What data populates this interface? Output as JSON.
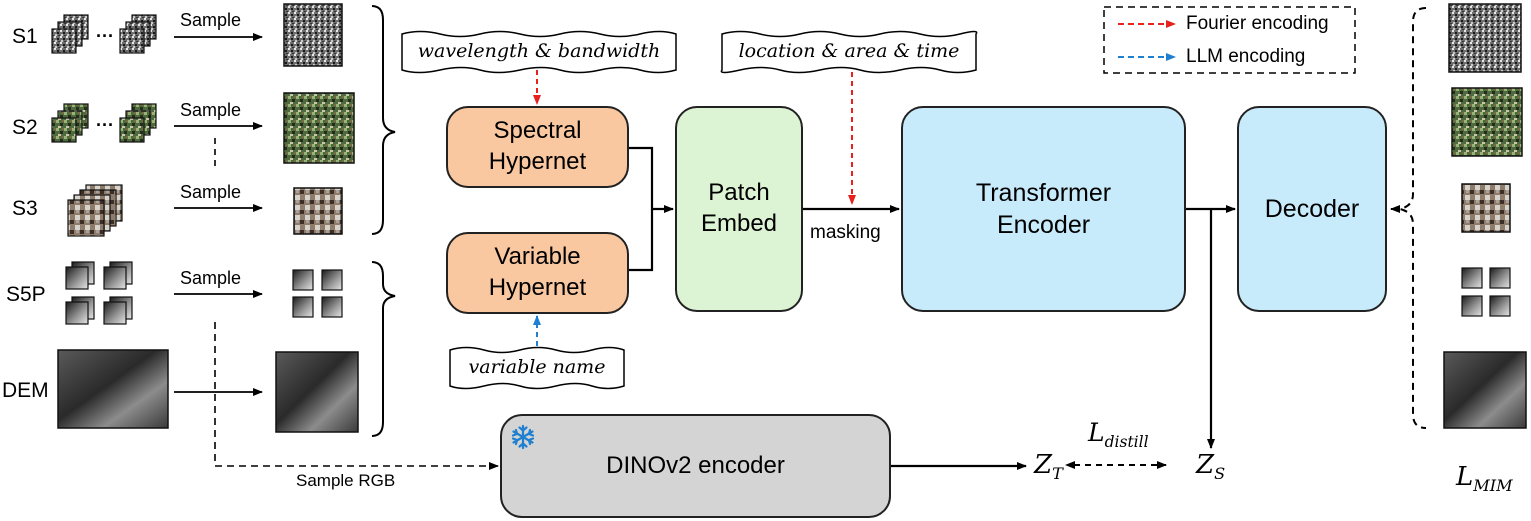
{
  "sources": [
    "S1",
    "S2",
    "S3",
    "S5P",
    "DEM"
  ],
  "sample_label": "Sample",
  "ellipsis": "···",
  "sample_rgb_label": "Sample RGB",
  "scrolls": {
    "wavelength": "wavelength & bandwidth",
    "location": "location & area & time",
    "variable": "variable name"
  },
  "boxes": {
    "spectral": [
      "Spectral",
      "Hypernet"
    ],
    "variable": [
      "Variable",
      "Hypernet"
    ],
    "patch": [
      "Patch",
      "Embed"
    ],
    "transformer": [
      "Transformer",
      "Encoder"
    ],
    "decoder": "Decoder",
    "dino": "DINOv2 encoder"
  },
  "masking_label": "masking",
  "legend": {
    "fourier": "Fourier encoding",
    "llm": "LLM encoding",
    "fourier_color": "#e8211f",
    "llm_color": "#1f7fd0"
  },
  "math": {
    "zt_base": "Z",
    "zt_sub": "T",
    "zs_base": "Z",
    "zs_sub": "S",
    "ldistill_base": "L",
    "ldistill_sub": "distill",
    "lmim_base": "L",
    "lmim_sub": "MIM"
  },
  "icons": {
    "frozen": "snowflake-icon"
  }
}
